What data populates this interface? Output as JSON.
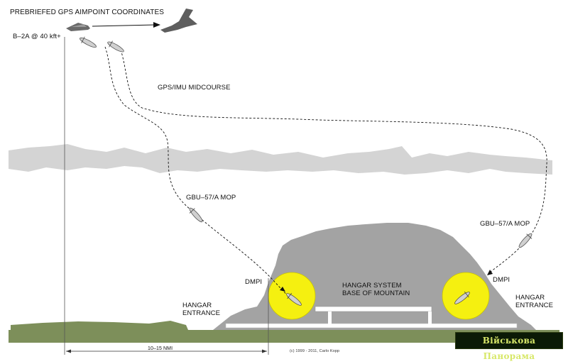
{
  "title": "PREBRIEFED GPS AIMPOINT COORDINATES",
  "aircraft_label": "B–2A @ 40 kft+",
  "midcourse_label": "GPS/IMU MIDCOURSE",
  "weapon_left_label": "GBU–57/A MOP",
  "weapon_right_label": "GBU–57/A MOP",
  "dmpi_left": "DMPI",
  "dmpi_right": "DMPI",
  "hangar_left_line1": "HANGAR",
  "hangar_left_line2": "ENTRANCE",
  "hangar_right_line1": "HANGAR",
  "hangar_right_line2": "ENTRANCE",
  "hangar_system_line1": "HANGAR SYSTEM",
  "hangar_system_line2": "BASE OF MOUNTAIN",
  "distance_label": "10–15 NMI",
  "copyright": "(c) 1999 - 2011, Carlo Kopp",
  "watermark": "Військова Панорама",
  "colors": {
    "mountain": "#a3a3a3",
    "cloud": "#d4d4d4",
    "ground": "#7d8f5a",
    "target": "#f5f010",
    "line": "#111111"
  }
}
